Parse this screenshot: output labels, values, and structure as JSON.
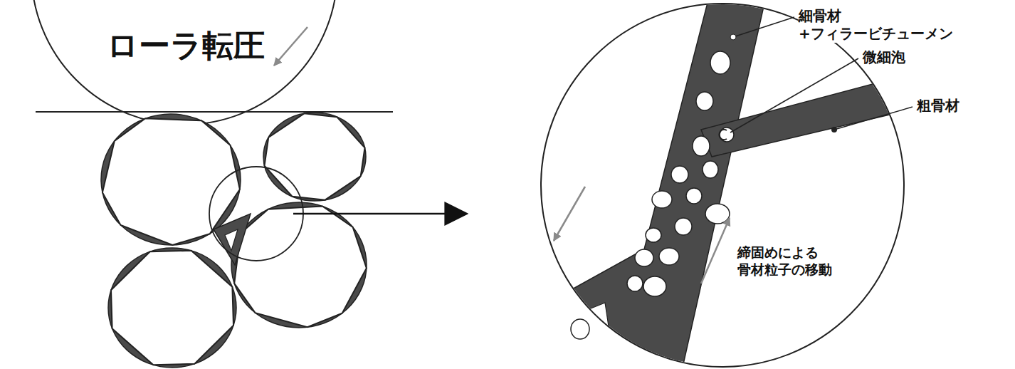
{
  "diagram": {
    "labels": [
      "ローラ転圧",
      "細骨材 +フィラービチューメン",
      "微細泡",
      "粗骨材",
      "締固めによる 骨材粒子の移動"
    ]
  }
}
